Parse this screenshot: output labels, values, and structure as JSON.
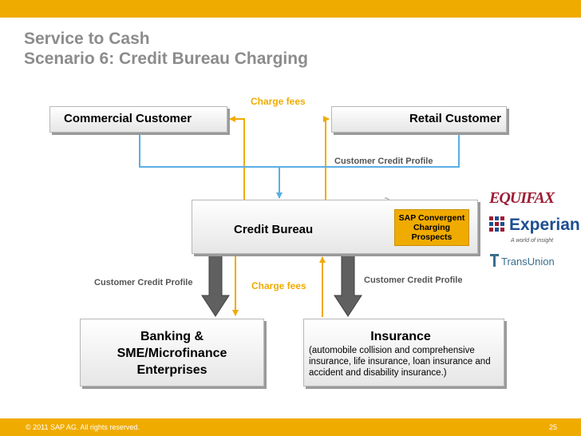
{
  "title": {
    "line1": "Service to Cash",
    "line2": "Scenario 6: Credit Bureau Charging"
  },
  "nodes": {
    "commercial": "Commercial Customer",
    "retail": "Retail Customer",
    "bureau": "Credit Bureau",
    "banking_line1": "Banking &",
    "banking_line2": "SME/Microfinance",
    "banking_line3": "Enterprises",
    "insurance_title": "Insurance",
    "insurance_desc": "(automobile collision and comprehensive insurance, life insurance, loan insurance and accident and disability insurance.)"
  },
  "sap_box": {
    "line1": "SAP Convergent",
    "line2": "Charging",
    "line3": "Prospects"
  },
  "edge_labels": {
    "charge_fees_top": "Charge fees",
    "customer_credit_profile_top": "Customer Credit Profile",
    "customer_credit_profile_left": "Customer Credit Profile",
    "charge_fees_bottom": "Charge fees",
    "customer_credit_profile_right": "Customer Credit Profile"
  },
  "logos": {
    "equifax": "EQUIFAX",
    "experian": "Experian",
    "experian_tagline": "A world of insight",
    "transunion": "TransUnion"
  },
  "footer": {
    "copyright": "© 2011 SAP AG. All rights reserved.",
    "page": "25"
  },
  "colors": {
    "accent": "#f0ab00",
    "title": "#8c8c8c",
    "credit_profile_line": "#5aaee6",
    "fee_line": "#f0ab00",
    "data_arrow": "#606060"
  }
}
